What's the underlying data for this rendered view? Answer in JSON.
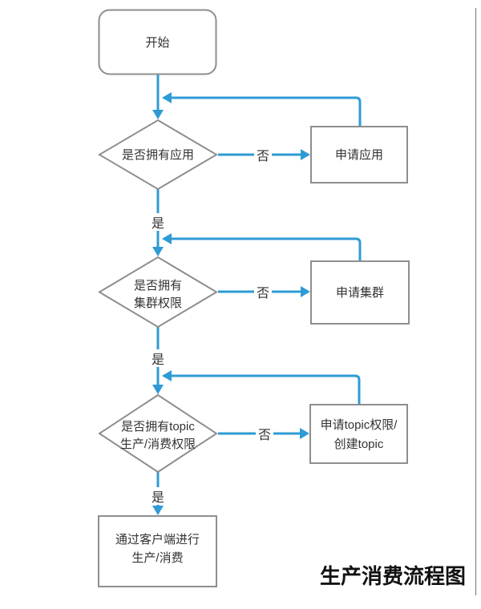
{
  "diagram_title": "生产消费流程图",
  "colors": {
    "arrow_blue": "#2e9bd5",
    "shape_border_gray": "#8e8e8e",
    "node_text": "#333333",
    "title_text": "#111111",
    "frame_border": "#8a8a8a",
    "background": "#ffffff"
  },
  "nodes": {
    "start": {
      "label": "开始"
    },
    "check_app": {
      "lines": [
        "是否拥有应用"
      ]
    },
    "apply_app": {
      "lines": [
        "申请应用"
      ]
    },
    "check_cluster": {
      "lines": [
        "是否拥有",
        "集群权限"
      ]
    },
    "apply_cluster": {
      "lines": [
        "申请集群"
      ]
    },
    "check_topic": {
      "lines": [
        "是否拥有topic",
        "生产/消费权限"
      ]
    },
    "apply_topic": {
      "lines": [
        "申请topic权限/",
        "创建topic"
      ]
    },
    "end": {
      "lines": [
        "通过客户端进行",
        "生产/消费"
      ]
    }
  },
  "edge_labels": {
    "yes": "是",
    "no": "否"
  },
  "edges": [
    {
      "from": "start",
      "to": "check_app",
      "label": ""
    },
    {
      "from": "check_app",
      "to": "apply_app",
      "label": "否"
    },
    {
      "from": "apply_app",
      "to": "check_app",
      "label": ""
    },
    {
      "from": "check_app",
      "to": "check_cluster",
      "label": "是"
    },
    {
      "from": "check_cluster",
      "to": "apply_cluster",
      "label": "否"
    },
    {
      "from": "apply_cluster",
      "to": "check_cluster",
      "label": ""
    },
    {
      "from": "check_cluster",
      "to": "check_topic",
      "label": "是"
    },
    {
      "from": "check_topic",
      "to": "apply_topic",
      "label": "否"
    },
    {
      "from": "apply_topic",
      "to": "check_topic",
      "label": ""
    },
    {
      "from": "check_topic",
      "to": "end",
      "label": "是"
    }
  ]
}
